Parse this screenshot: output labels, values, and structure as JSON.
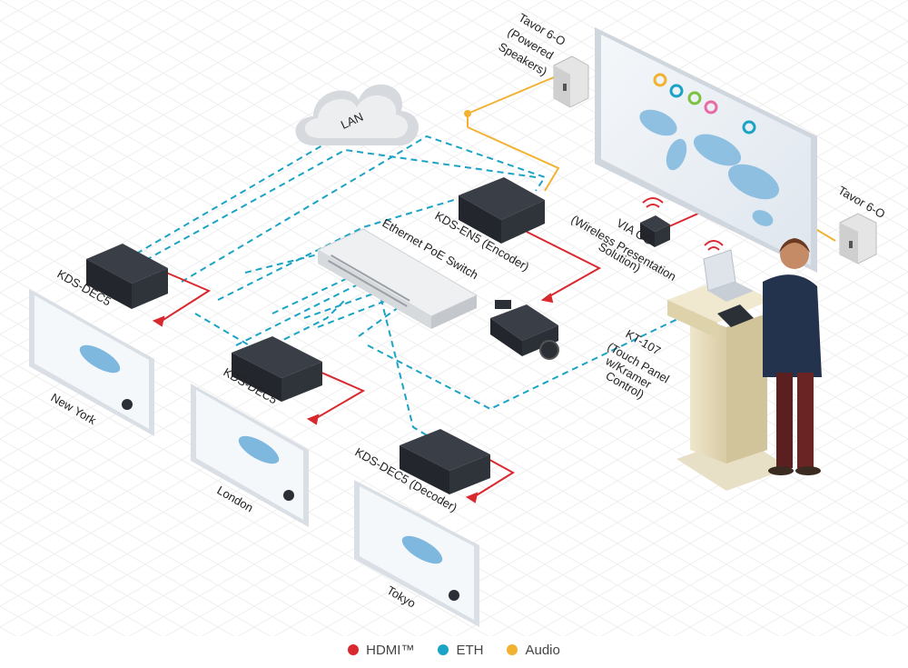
{
  "colors": {
    "hdmi": "#d8292f",
    "eth": "#1ba3c6",
    "audio": "#f2b231",
    "device": "#2b2f36",
    "grid": "#ececec"
  },
  "labels": {
    "lan": "LAN",
    "tavor_powered": [
      "Tavor 6-O",
      "(Powered",
      "Speakers)"
    ],
    "tavor_right": "Tavor 6-O",
    "encoder": "KDS-EN5 (Encoder)",
    "poe_switch": "Ethernet PoE Switch",
    "via_go": [
      "VIA GO",
      "(Wireless Presentation",
      "Solution)"
    ],
    "kt107": [
      "KT-107",
      "(Touch Panel",
      "w/Kramer",
      "Control)"
    ],
    "dec_ny": "KDS-DEC5",
    "dec_london": "KDS-DEC5",
    "dec_tokyo": "KDS-DEC5 (Decoder)",
    "new_york": "New York",
    "london": "London",
    "tokyo": "Tokyo"
  },
  "legend": [
    {
      "label": "HDMI™",
      "color": "#d8292f"
    },
    {
      "label": "ETH",
      "color": "#1ba3c6"
    },
    {
      "label": "Audio",
      "color": "#f2b231"
    }
  ]
}
